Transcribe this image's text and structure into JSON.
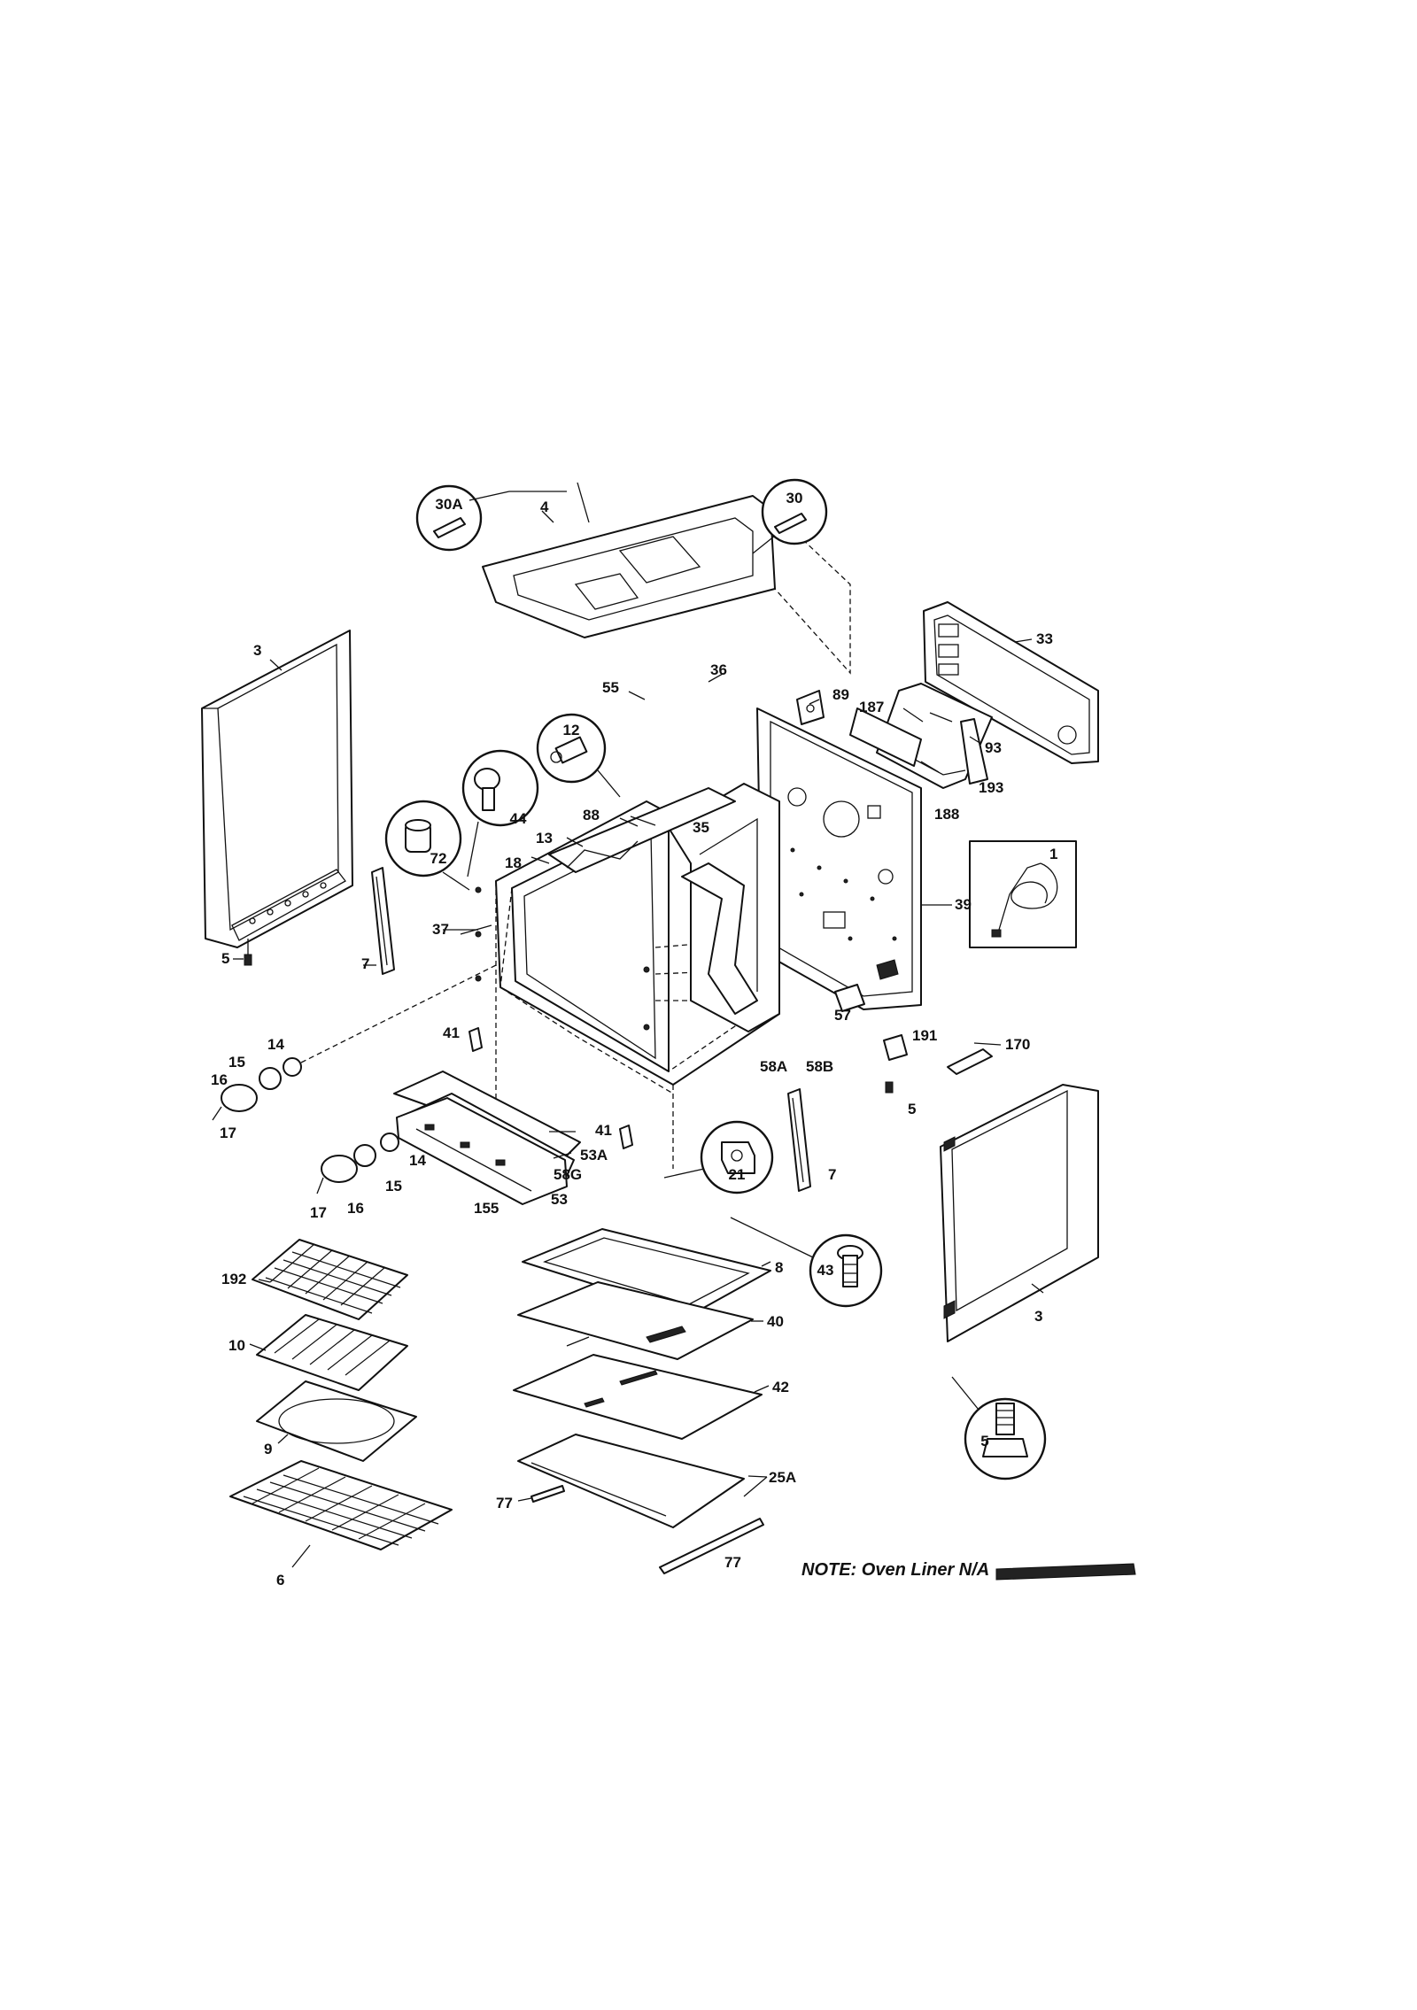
{
  "note": "NOTE: Oven Liner N/A",
  "callouts": [
    {
      "id": "c30a",
      "label": "30A"
    },
    {
      "id": "c30",
      "label": "30"
    },
    {
      "id": "c12",
      "label": "12"
    },
    {
      "id": "c44",
      "label": "44"
    },
    {
      "id": "c72",
      "label": "72"
    },
    {
      "id": "c21",
      "label": "21"
    },
    {
      "id": "c43",
      "label": "43"
    },
    {
      "id": "c5",
      "label": "5"
    }
  ],
  "labels": [
    {
      "id": "l4",
      "text": "4"
    },
    {
      "id": "l3a",
      "text": "3"
    },
    {
      "id": "l36",
      "text": "36"
    },
    {
      "id": "l55",
      "text": "55"
    },
    {
      "id": "l89",
      "text": "89"
    },
    {
      "id": "l187",
      "text": "187"
    },
    {
      "id": "l33",
      "text": "33"
    },
    {
      "id": "l93",
      "text": "93"
    },
    {
      "id": "l193",
      "text": "193"
    },
    {
      "id": "l188",
      "text": "188"
    },
    {
      "id": "l88",
      "text": "88"
    },
    {
      "id": "l35",
      "text": "35"
    },
    {
      "id": "l13",
      "text": "13"
    },
    {
      "id": "l18",
      "text": "18"
    },
    {
      "id": "l1",
      "text": "1"
    },
    {
      "id": "l39",
      "text": "39"
    },
    {
      "id": "l37",
      "text": "37"
    },
    {
      "id": "l7a",
      "text": "7"
    },
    {
      "id": "l5a",
      "text": "5"
    },
    {
      "id": "l14a",
      "text": "14"
    },
    {
      "id": "l15a",
      "text": "15"
    },
    {
      "id": "l16a",
      "text": "16"
    },
    {
      "id": "l17a",
      "text": "17"
    },
    {
      "id": "l41a",
      "text": "41"
    },
    {
      "id": "l57",
      "text": "57"
    },
    {
      "id": "l58a",
      "text": "58A"
    },
    {
      "id": "l58b",
      "text": "58B"
    },
    {
      "id": "l191",
      "text": "191"
    },
    {
      "id": "l170",
      "text": "170"
    },
    {
      "id": "l5b",
      "text": "5"
    },
    {
      "id": "l41b",
      "text": "41"
    },
    {
      "id": "l53a",
      "text": "53A"
    },
    {
      "id": "l58g",
      "text": "58G"
    },
    {
      "id": "l53",
      "text": "53"
    },
    {
      "id": "l155",
      "text": "155"
    },
    {
      "id": "l14b",
      "text": "14"
    },
    {
      "id": "l15b",
      "text": "15"
    },
    {
      "id": "l16b",
      "text": "16"
    },
    {
      "id": "l17b",
      "text": "17"
    },
    {
      "id": "l7b",
      "text": "7"
    },
    {
      "id": "l8",
      "text": "8"
    },
    {
      "id": "l40",
      "text": "40"
    },
    {
      "id": "l42",
      "text": "42"
    },
    {
      "id": "l25a",
      "text": "25A"
    },
    {
      "id": "l77a",
      "text": "77"
    },
    {
      "id": "l77b",
      "text": "77"
    },
    {
      "id": "l192",
      "text": "192"
    },
    {
      "id": "l10",
      "text": "10"
    },
    {
      "id": "l9",
      "text": "9"
    },
    {
      "id": "l6",
      "text": "6"
    },
    {
      "id": "l3b",
      "text": "3"
    }
  ]
}
